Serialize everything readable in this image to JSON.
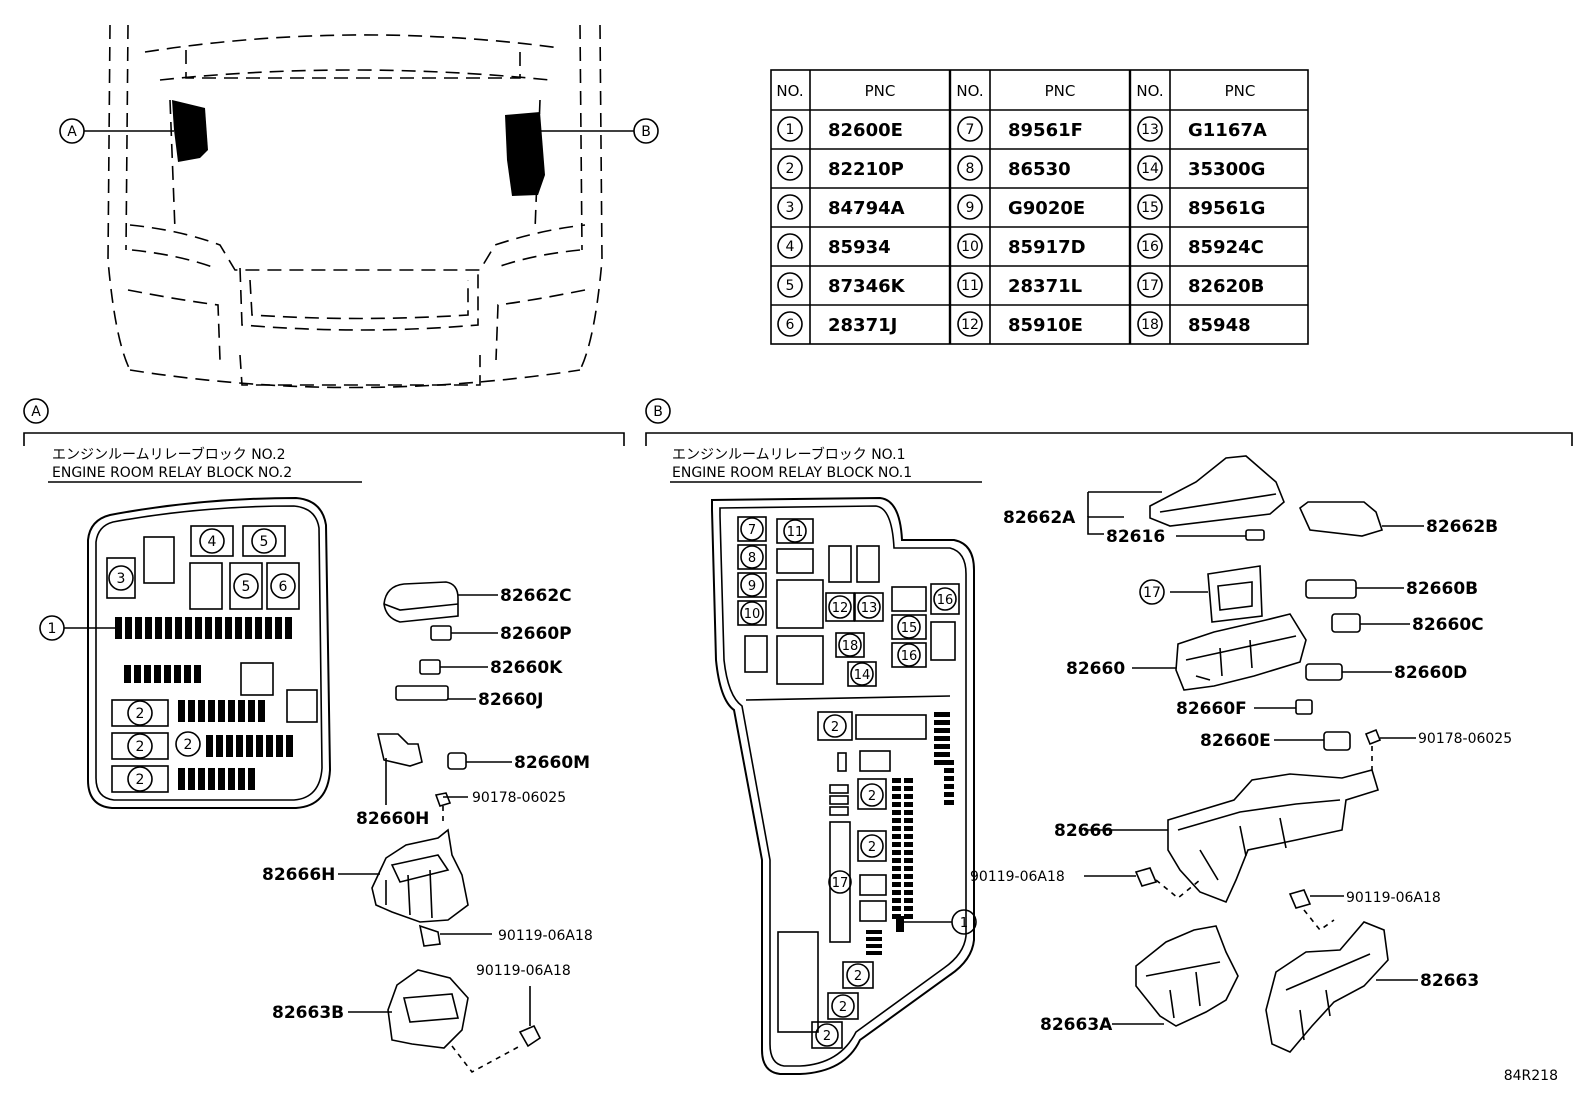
{
  "table": {
    "headers": {
      "no": "NO.",
      "pnc": "PNC"
    },
    "rows": [
      {
        "no": "1",
        "pnc": "82600E"
      },
      {
        "no": "2",
        "pnc": "82210P"
      },
      {
        "no": "3",
        "pnc": "84794A"
      },
      {
        "no": "4",
        "pnc": "85934"
      },
      {
        "no": "5",
        "pnc": "87346K"
      },
      {
        "no": "6",
        "pnc": "28371J"
      },
      {
        "no": "7",
        "pnc": "89561F"
      },
      {
        "no": "8",
        "pnc": "86530"
      },
      {
        "no": "9",
        "pnc": "G9020E"
      },
      {
        "no": "10",
        "pnc": "85917D"
      },
      {
        "no": "11",
        "pnc": "28371L"
      },
      {
        "no": "12",
        "pnc": "85910E"
      },
      {
        "no": "13",
        "pnc": "G1167A"
      },
      {
        "no": "14",
        "pnc": "35300G"
      },
      {
        "no": "15",
        "pnc": "89561G"
      },
      {
        "no": "16",
        "pnc": "85924C"
      },
      {
        "no": "17",
        "pnc": "82620B"
      },
      {
        "no": "18",
        "pnc": "85948"
      }
    ]
  },
  "locators": {
    "a": "A",
    "b": "B"
  },
  "section_a": {
    "tag": "A",
    "title_jp": "エンジンルームリレーブロック NO.2",
    "title_en": "ENGINE ROOM RELAY BLOCK NO.2",
    "parts": {
      "p82662C": "82662C",
      "p82660P": "82660P",
      "p82660K": "82660K",
      "p82660J": "82660J",
      "p82660M": "82660M",
      "p82660H": "82660H",
      "p90178": "90178-06025",
      "p82666H": "82666H",
      "p90119a": "90119-06A18",
      "p90119b": "90119-06A18",
      "p82663B": "82663B"
    }
  },
  "section_b": {
    "tag": "B",
    "title_jp": "エンジンルームリレーブロック NO.1",
    "title_en": "ENGINE ROOM RELAY BLOCK NO.1",
    "parts": {
      "p82662A": "82662A",
      "p82616": "82616",
      "p82662B": "82662B",
      "p82660B": "82660B",
      "p82660C": "82660C",
      "p82660": "82660",
      "p82660D": "82660D",
      "p82660F": "82660F",
      "p82660E": "82660E",
      "p90178": "90178-06025",
      "p82666": "82666",
      "p90119a": "90119-06A18",
      "p90119b": "90119-06A18",
      "p82663": "82663",
      "p82663A": "82663A"
    }
  },
  "callouts": {
    "n1": "1",
    "n2": "2",
    "n3": "3",
    "n4": "4",
    "n5": "5",
    "n6": "6",
    "n7": "7",
    "n8": "8",
    "n9": "9",
    "n10": "10",
    "n11": "11",
    "n12": "12",
    "n13": "13",
    "n14": "14",
    "n15": "15",
    "n16": "16",
    "n17": "17",
    "n18": "18"
  },
  "diagram_code": "84R218"
}
